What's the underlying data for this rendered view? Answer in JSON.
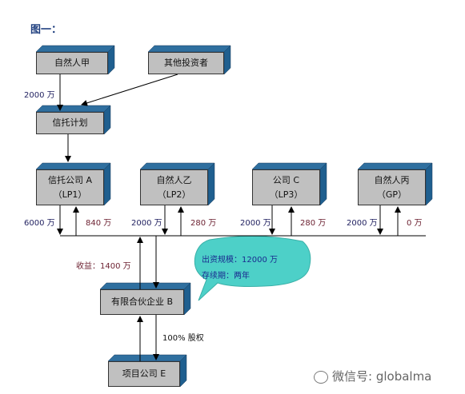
{
  "title": "图一：",
  "boxes": {
    "ziran_jia": "自然人甲",
    "other_investors": "其他投资者",
    "trust_plan": "信托计划",
    "trust_company": {
      "name": "信托公司 A",
      "role": "（LP1）"
    },
    "ziran_yi": {
      "name": "自然人乙",
      "role": "（LP2）"
    },
    "company_c": {
      "name": "公司 C",
      "role": "（LP3）"
    },
    "ziran_bing": {
      "name": "自然人丙",
      "role": "（GP）"
    },
    "partnership_b": "有限合伙企业 B",
    "project_company": "项目公司 E"
  },
  "labels": {
    "jia_contribution": "2000 万",
    "lp1_contribution": "6000 万",
    "lp1_return": "840 万",
    "lp2_contribution": "2000 万",
    "lp2_return": "280 万",
    "lp3_contribution": "2000 万",
    "lp3_return": "280 万",
    "gp_contribution": "2000 万",
    "gp_return": "0 万",
    "income": "收益：1400 万",
    "equity": "100% 股权"
  },
  "callout": {
    "line1": "出资规模：12000 万",
    "line2": "存续期：两年"
  },
  "watermark": "微信号: globalma",
  "colors": {
    "box_face": "#c0c0c0",
    "box_side": "#1f5f8f",
    "callout_fill": "#4dd0c8",
    "title": "#1f3f7f"
  },
  "icons": {
    "watermark": "wechat-icon"
  }
}
